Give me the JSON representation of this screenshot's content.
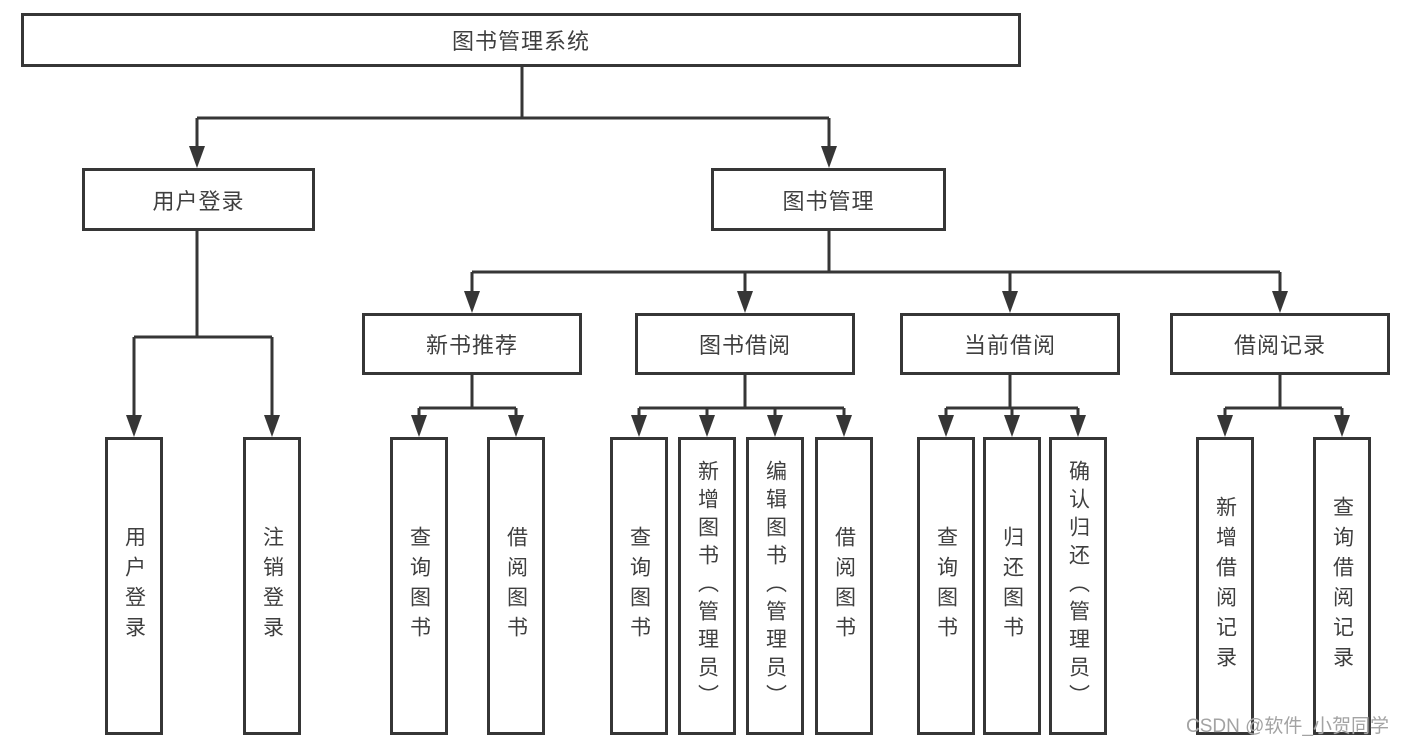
{
  "tree": {
    "root": {
      "label": "图书管理系统"
    },
    "branches": [
      {
        "label": "用户登录",
        "children": [
          {
            "label": "用户登录"
          },
          {
            "label": "注销登录"
          }
        ]
      },
      {
        "label": "图书管理",
        "children": [
          {
            "label": "新书推荐",
            "children": [
              {
                "label": "查询图书"
              },
              {
                "label": "借阅图书"
              }
            ]
          },
          {
            "label": "图书借阅",
            "children": [
              {
                "label": "查询图书"
              },
              {
                "label": "新增图书（管理员）"
              },
              {
                "label": "编辑图书（管理员）"
              },
              {
                "label": "借阅图书"
              }
            ]
          },
          {
            "label": "当前借阅",
            "children": [
              {
                "label": "查询图书"
              },
              {
                "label": "归还图书"
              },
              {
                "label": "确认归还（管理员）"
              }
            ]
          },
          {
            "label": "借阅记录",
            "children": [
              {
                "label": "新增借阅记录"
              },
              {
                "label": "查询借阅记录"
              }
            ]
          }
        ]
      }
    ]
  },
  "watermark": "CSDN @软件_小贺同学",
  "colors": {
    "line": "#363636",
    "box_border": "#363636",
    "text": "#3f3f3f",
    "background": "#ffffff",
    "watermark": "#a3a3a3"
  }
}
